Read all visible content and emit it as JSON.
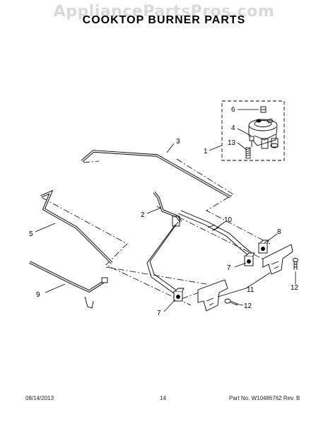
{
  "watermark": "AppliancePartsPros.com",
  "title": "COOKTOP BURNER PARTS",
  "callouts": {
    "c1": "1",
    "c2": "2",
    "c3": "3",
    "c4": "4",
    "c5": "5",
    "c6": "6",
    "c7a": "7",
    "c7b": "7",
    "c8": "8",
    "c9": "9",
    "c10": "10",
    "c11": "11",
    "c12a": "12",
    "c12b": "12",
    "c13": "13"
  },
  "footer": {
    "date": "08/14/2013",
    "page": "14",
    "part": "Part No.  W10486762  Rev. B"
  }
}
